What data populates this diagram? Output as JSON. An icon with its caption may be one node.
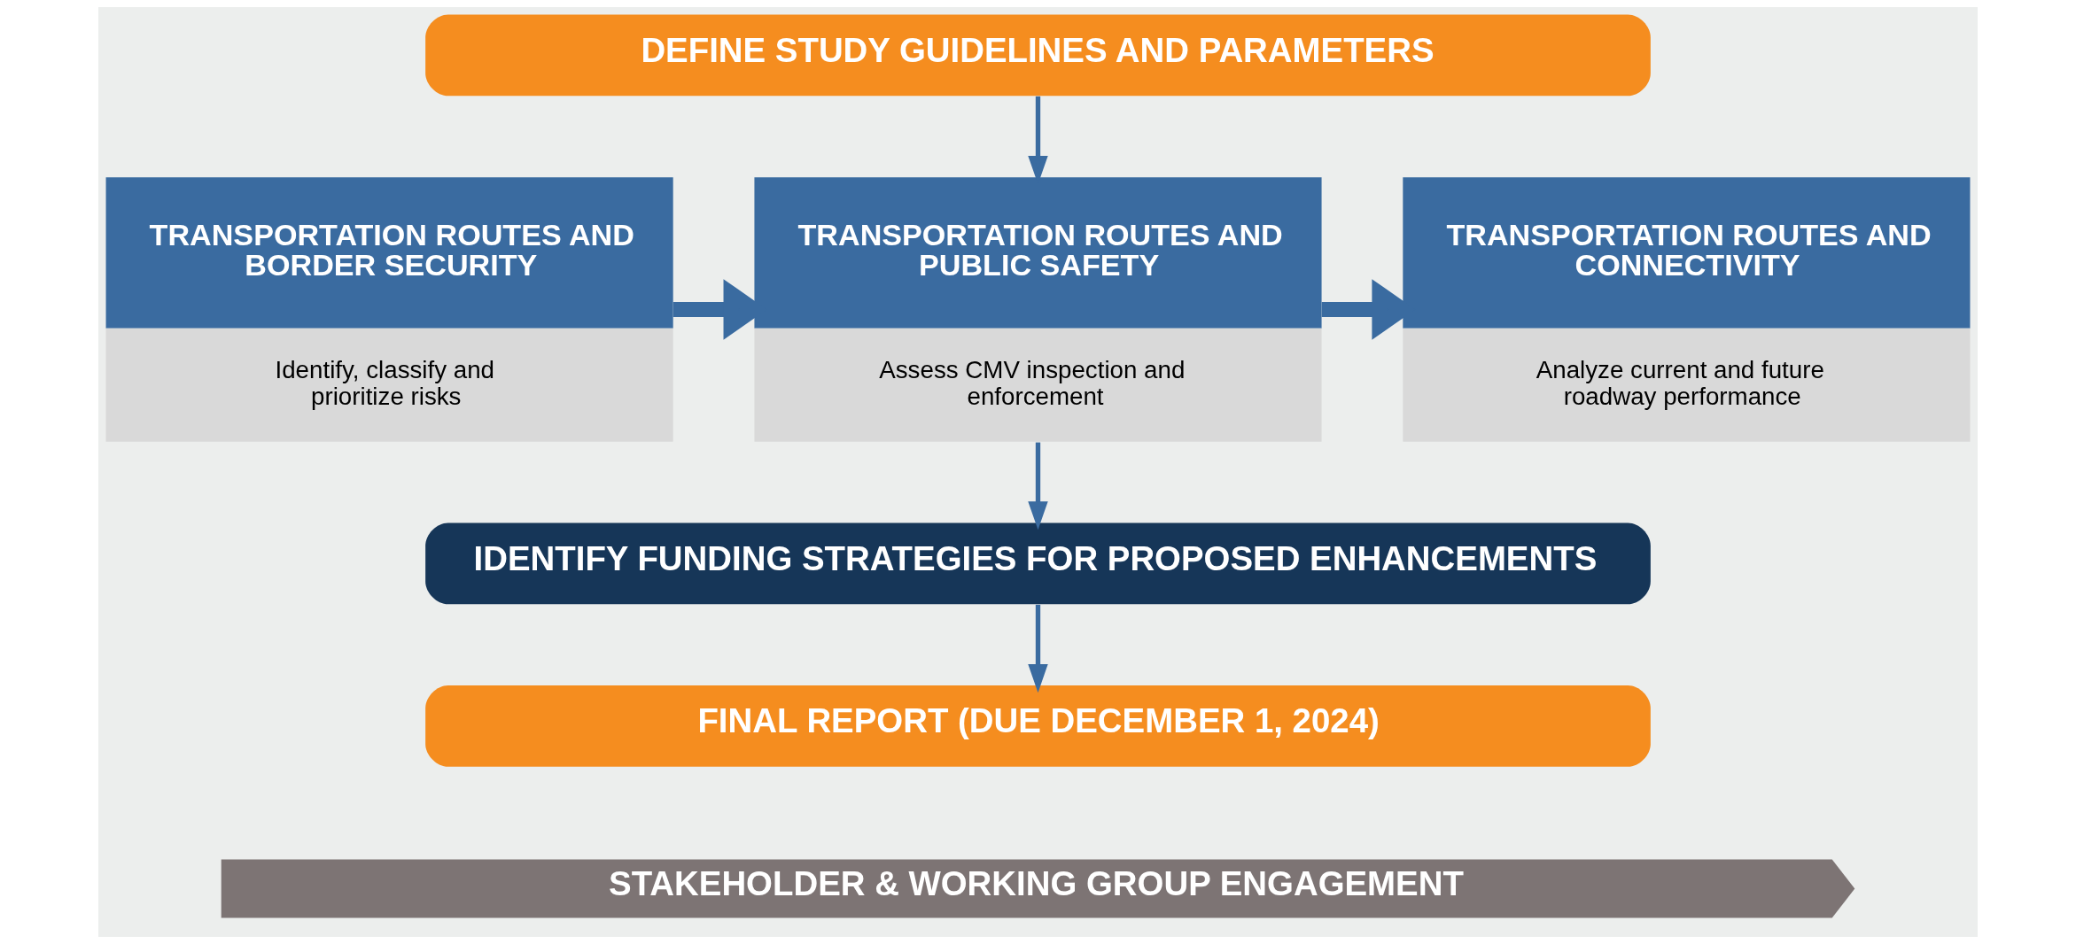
{
  "diagram": {
    "nodes": [
      {
        "text": [
          "DEFINE STUDY GUIDELINES AND PARAMETERS"
        ]
      },
      {
        "text": [
          "TRANSPORTATION ROUTES AND BORDER SECURITY",
          "Identify, classify and prioritize risks"
        ]
      },
      {
        "text": [
          "TRANSPORTATION ROUTES AND PUBLIC SAFETY",
          "Assess CMV inspection and enforcement"
        ]
      },
      {
        "text": [
          "TRANSPORTATION ROUTES AND CONNECTIVITY",
          "Analyze current and future roadway performance"
        ]
      },
      {
        "text": [
          "IDENTIFY FUNDING STRATEGIES FOR PROPOSED ENHANCEMENTS"
        ]
      },
      {
        "text": [
          "FINAL REPORT (DUE DECEMBER 1, 2024)"
        ]
      },
      {
        "text": [
          "STAKEHOLDER & WORKING GROUP ENGAGEMENT"
        ]
      }
    ],
    "edges": [
      {
        "from": 0,
        "to": 2,
        "arrow": "to"
      },
      {
        "from": 1,
        "to": 2,
        "arrow": "to",
        "style": "thick"
      },
      {
        "from": 2,
        "to": 3,
        "arrow": "to",
        "style": "thick"
      },
      {
        "from": 2,
        "to": 4,
        "arrow": "to"
      },
      {
        "from": 4,
        "to": 5,
        "arrow": "to"
      }
    ]
  }
}
